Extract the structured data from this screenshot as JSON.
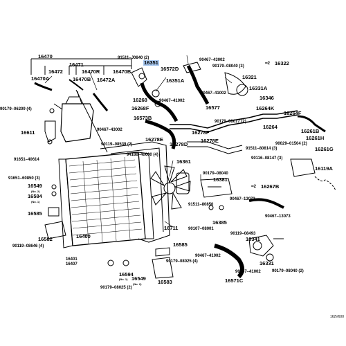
{
  "labels": {
    "p16470": "16470",
    "p16472": "16472",
    "p16471": "16471",
    "p16470R": "16470R",
    "p16470B_top": "16470B",
    "p16470A": "16470A",
    "p16470B_mid": "16470B",
    "p16472A": "16472A",
    "p90179_06209": "90179–06209 (4)",
    "p16611": "16611",
    "p91651_40614": "91651–40614",
    "p91651_60850": "91651–60850 (3)",
    "p16549_a": "16549",
    "p16549_a_note": "(No. 2)",
    "p16584": "16584",
    "p16584_note": "(No. 1)",
    "p16585_left": "16585",
    "p16582": "16582",
    "p90119_08646": "90119–08646 (4)",
    "p16400": "16400",
    "p16401_code": "16401",
    "p16407_code": "16407",
    "p91511_J0840": "91511–J0840 (2)",
    "p16351": "16351",
    "p16351A": "16351A",
    "p16268": "16268",
    "p16268F": "16268F",
    "p16573B": "16573B",
    "p90467_43002_left": "90467–43002",
    "p90119_08539": "90119–08539 (2)",
    "p16278E": "16278E",
    "p16278D": "16278D",
    "p94180_40600": "94180–40600 (4)",
    "p16361": "16361",
    "p16711": "16711",
    "p16585_mid": "16585",
    "p90179_08025_4": "90179–08025 (4)",
    "p16594": "16594",
    "p16594_note": "(No. 1)",
    "p16549_b": "16549",
    "p16549_b_note": "(No. 2)",
    "p90179_08025_2": "90179–08025 (2)",
    "p16583": "16583",
    "p90467_43002_top": "90467–43002",
    "p16572D": "16572D",
    "p90179_08040_3": "90179–08040 (3)",
    "p16322": "16322",
    "p16321": "16321",
    "p16331A": "16331A",
    "p90467_41002_a": "90467–41002",
    "p16346": "16346",
    "p90467_41002_b": "90467–41002",
    "p16577": "16577",
    "p16264K": "16264K",
    "p16264F": "16264F",
    "p16264": "16264",
    "p16261B": "16261B",
    "p90029_01504": "90029–01504 (2)",
    "p16261H": "16261H",
    "p16261G": "16261G",
    "p90179_08017": "90179–08017 (2)",
    "p16278F": "16278F",
    "p16278E_r": "16278E",
    "p91511_80814": "91511–80814 (3)",
    "p90116_08147": "90116–08147 (3)",
    "p16119A": "16119A",
    "p90179_08040_b": "90179–08040",
    "p16381": "16381",
    "p16267B": "16267B",
    "p16267_note": "┉2",
    "p90467_13073_a": "90467–13073",
    "p90467_13073_b": "90467–13073",
    "p91511_80850": "91511–80850",
    "p90107_08001": "90107–08001",
    "p16385": "16385",
    "p90119_08493": "90119–08493",
    "p16341": "16341",
    "p90467_41002_c": "90467–41002",
    "p16571C": "16571C",
    "p90467_41002_d": "90467–41002",
    "p16331": "16331",
    "p90179_08040_2": "90179–08040 (2)",
    "p16322_note": "┉2",
    "corner_code": "162V600"
  }
}
